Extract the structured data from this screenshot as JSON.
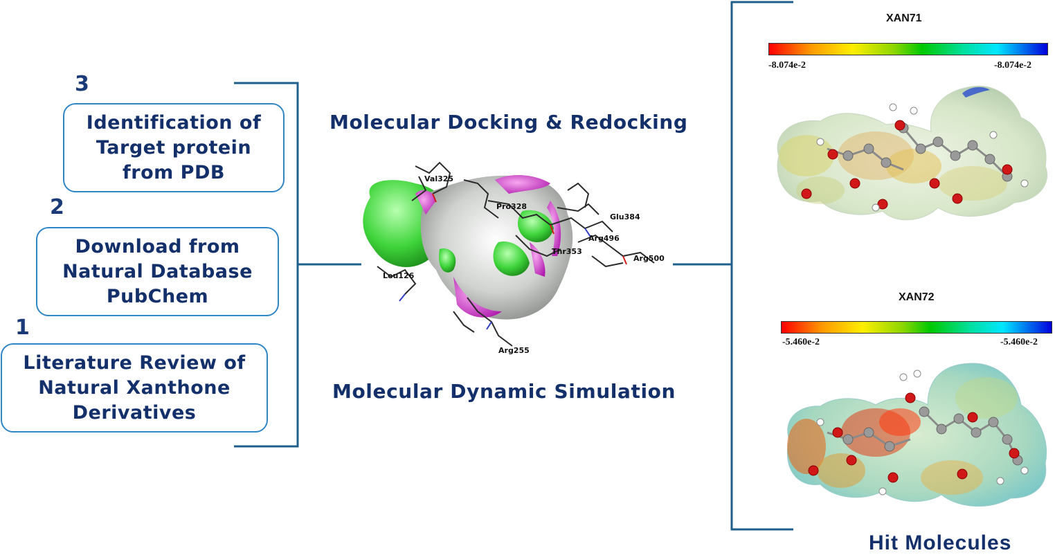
{
  "steps": [
    {
      "number": "3",
      "text": "Identification of Target protein from PDB"
    },
    {
      "number": "2",
      "text": "Download from Natural Database PubChem"
    },
    {
      "number": "1",
      "text": "Literature Review of Natural Xanthone Derivatives"
    }
  ],
  "center": {
    "top_title": "Molecular Docking & Redocking",
    "bottom_title": "Molecular Dynamic Simulation",
    "residues": [
      "Val325",
      "Pro328",
      "Glu384",
      "Arg496",
      "Thr353",
      "Arg500",
      "Leu126",
      "Arg255"
    ]
  },
  "molecules": [
    {
      "name": "XAN71",
      "scale_min": "-8.074e-2",
      "scale_max": "-8.074e-2"
    },
    {
      "name": "XAN72",
      "scale_min": "-5.460e-2",
      "scale_max": "-5.460e-2"
    }
  ],
  "hit_title": "Hit Molecules",
  "colors": {
    "dark_blue": "#14306a",
    "box_border": "#2f86c5",
    "line": "#1f5f8b"
  }
}
